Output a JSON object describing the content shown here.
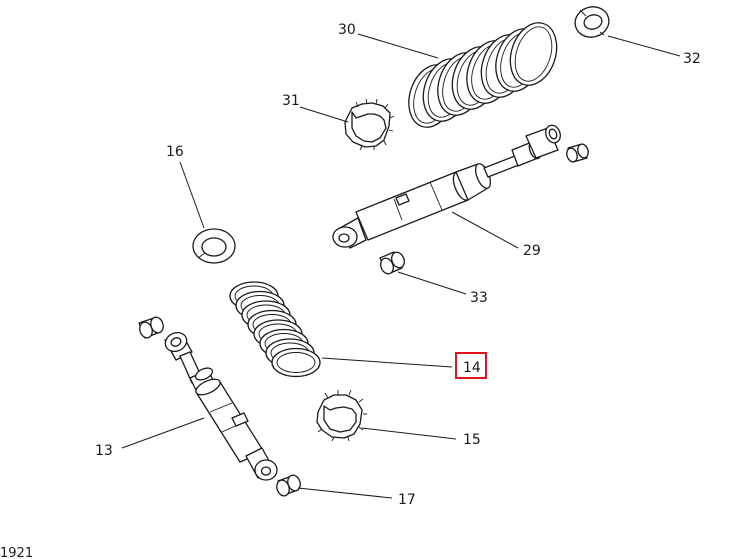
{
  "callouts": {
    "c30": "30",
    "c32": "32",
    "c31": "31",
    "c16": "16",
    "c29": "29",
    "c33": "33",
    "c14": "14",
    "c13": "13",
    "c15": "15",
    "c17": "17"
  },
  "highlighted_callout": "14",
  "highlight_color": "#e0131f",
  "footer_code": "1921",
  "icons": [
    "coil-spring",
    "snap-ring",
    "spring-retainer",
    "shock-absorber",
    "bushing"
  ]
}
